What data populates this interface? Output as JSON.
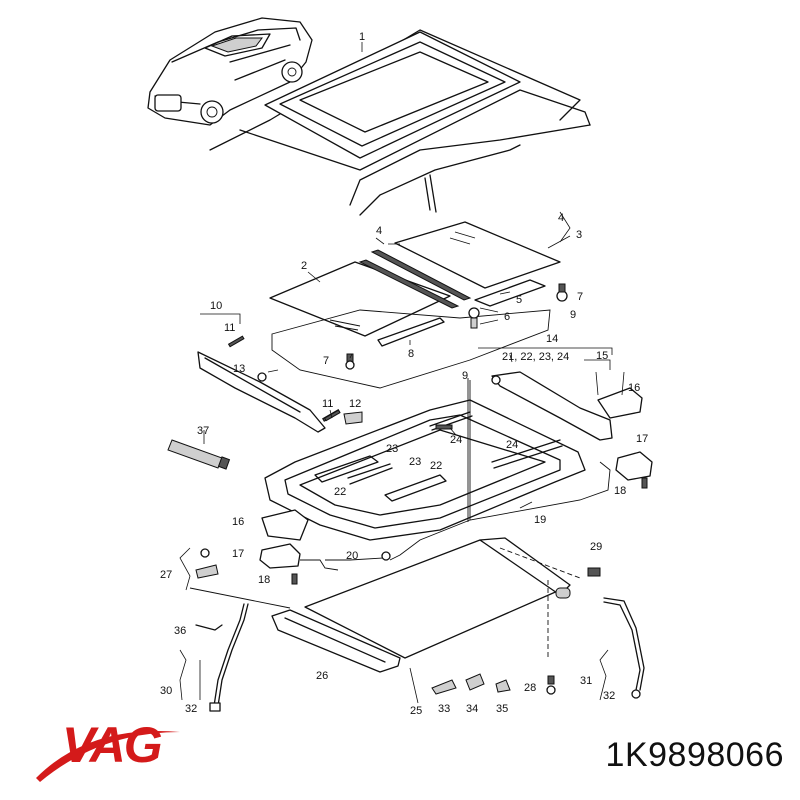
{
  "brand": {
    "name": "VAG",
    "color": "#d41a1a"
  },
  "part_number": "1K9898066",
  "callouts": {
    "c1": "1",
    "c2": "2",
    "c3": "3",
    "c4a": "4",
    "c4b": "4",
    "c5": "5",
    "c6": "6",
    "c7a": "7",
    "c7b": "7",
    "c8": "8",
    "c9a": "9",
    "c9b": "9",
    "c10": "10",
    "c11a": "11",
    "c11b": "11",
    "c12": "12",
    "c13": "13",
    "c14": "14",
    "c15": "15",
    "c16a": "16",
    "c16b": "16",
    "c17a": "17",
    "c17b": "17",
    "c18a": "18",
    "c18b": "18",
    "c19": "19",
    "c20": "20",
    "c21": "21, 22, 23, 24",
    "c22a": "22",
    "c22b": "22",
    "c23a": "23",
    "c23b": "23",
    "c24a": "24",
    "c24b": "24",
    "c25": "25",
    "c26": "26",
    "c27": "27",
    "c28": "28",
    "c29": "29",
    "c30": "30",
    "c31": "31",
    "c32a": "32",
    "c32b": "32",
    "c33": "33",
    "c34": "34",
    "c35": "35",
    "c36": "36",
    "c37": "37"
  }
}
